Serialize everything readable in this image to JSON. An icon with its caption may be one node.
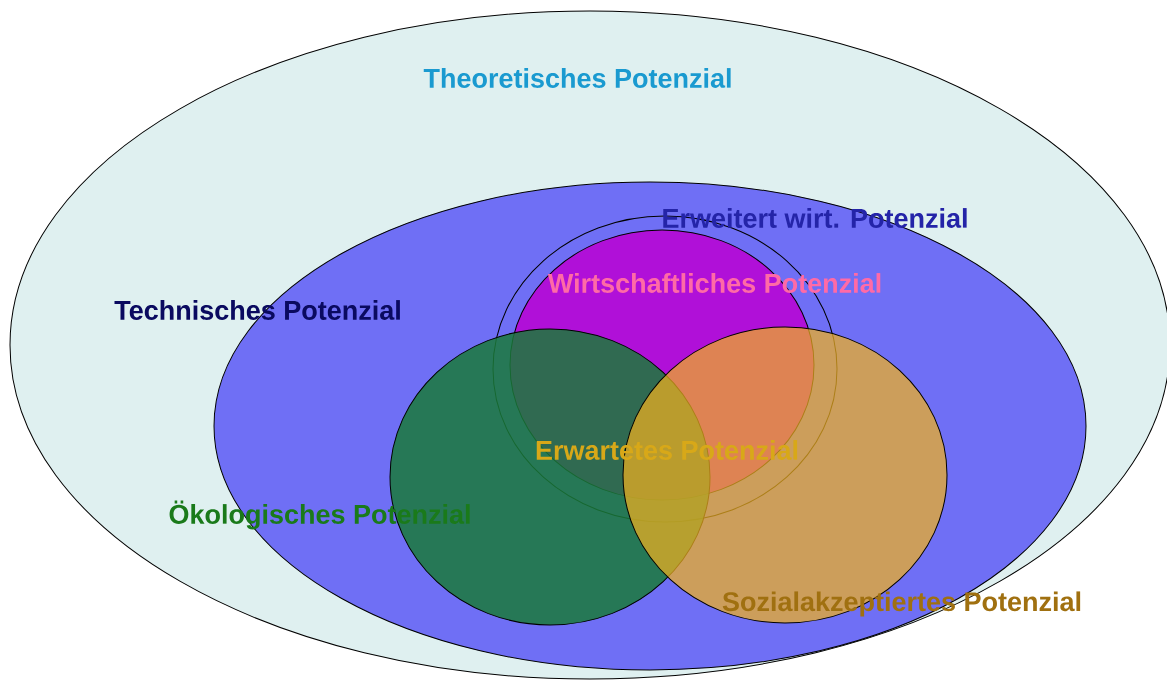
{
  "diagram": {
    "nodes": [
      {
        "text": [
          "Theoretisches Potenzial"
        ]
      },
      {
        "text": [
          "Technisches Potenzial"
        ],
        "in": 0
      },
      {
        "text": [
          "Erweitert wirt. Potenzial"
        ],
        "in": 1
      },
      {
        "text": [
          "Wirtschaftliches Potenzial"
        ],
        "in": 2
      },
      {
        "text": [
          "Ökologisches Potenzial"
        ],
        "in": 1
      },
      {
        "text": [
          "Sozialakzeptiertes Potenzial"
        ],
        "in": 1
      }
    ],
    "labels": [
      "Erwartetes Potenzial"
    ]
  }
}
